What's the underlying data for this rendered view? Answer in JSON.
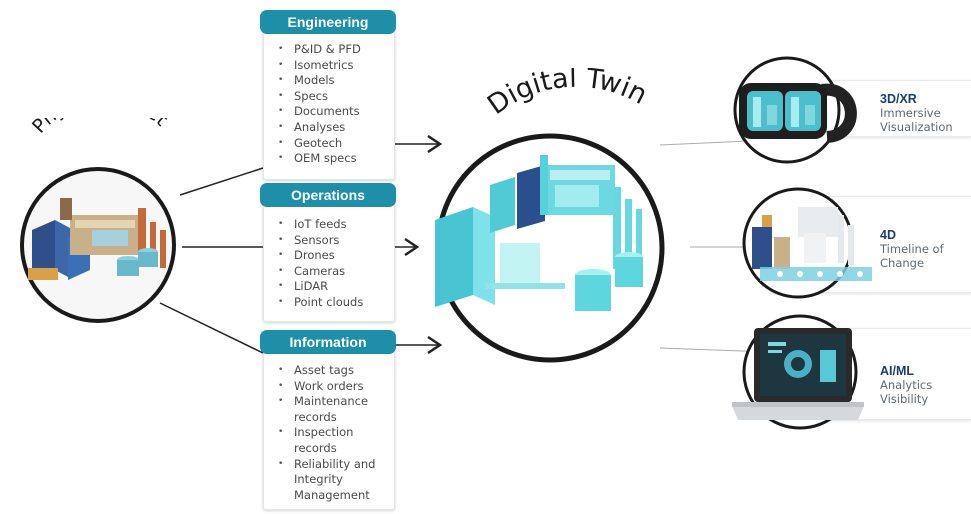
{
  "physical_asset": {
    "label": "Physical Asset"
  },
  "digital_twin": {
    "label": "Digital Twin"
  },
  "categories": [
    {
      "title": "Engineering",
      "items": [
        "P&ID & PFD",
        "Isometrics",
        "Models",
        "Specs",
        "Documents",
        "Analyses",
        "Geotech",
        "OEM specs"
      ]
    },
    {
      "title": "Operations",
      "items": [
        "IoT feeds",
        "Sensors",
        "Drones",
        "Cameras",
        "LiDAR",
        "Point clouds"
      ]
    },
    {
      "title": "Information",
      "items": [
        "Asset tags",
        "Work orders",
        "Maintenance records",
        "Inspection records",
        "Reliability and Integrity Management"
      ]
    }
  ],
  "outputs": [
    {
      "title": "3D/XR",
      "subtitle": "Immersive Visualization"
    },
    {
      "title": "4D",
      "subtitle": "Timeline of Change"
    },
    {
      "title": "AI/ML",
      "subtitle": "Analytics Visibility"
    }
  ],
  "colors": {
    "accent": "#1e8fa8",
    "twin": "#5ee0e0",
    "navy": "#1b3e72",
    "ring": "#1a1a1a"
  }
}
